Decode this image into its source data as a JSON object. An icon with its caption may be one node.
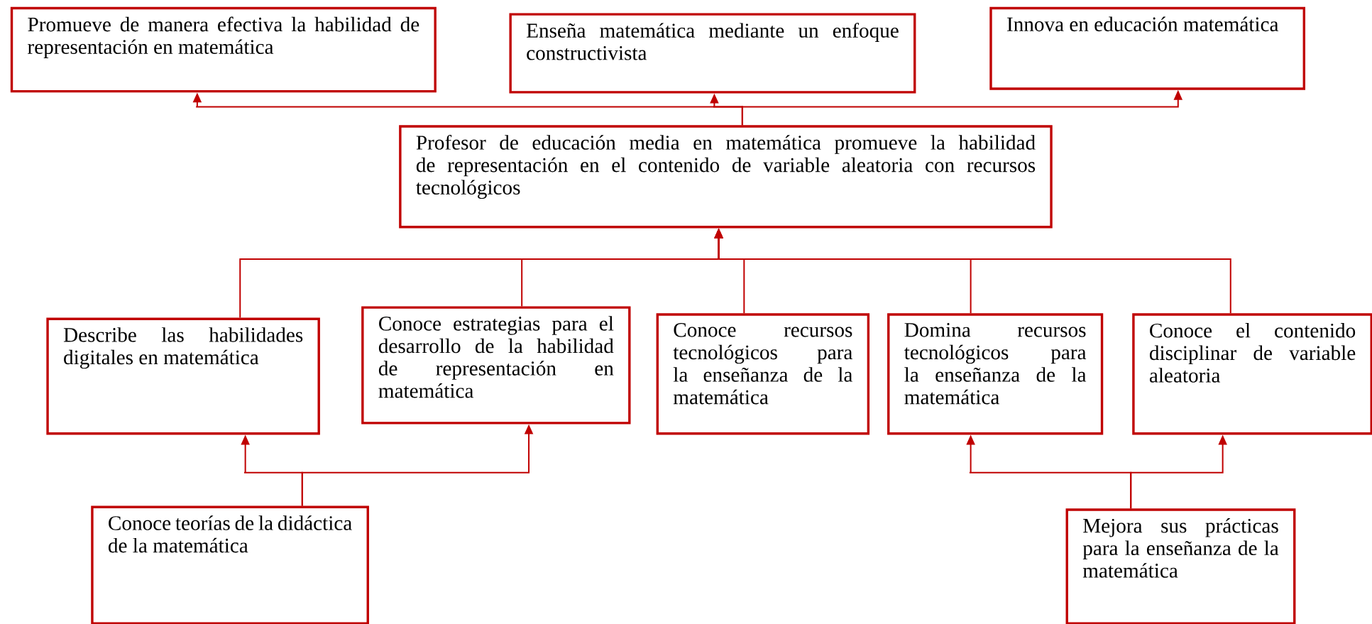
{
  "diagram": {
    "nodes": [
      {
        "text": [
          "Promueve de manera efectiva la habilidad de representación en matemática"
        ]
      },
      {
        "text": [
          "Enseña matemática mediante un enfoque constructivista"
        ]
      },
      {
        "text": [
          "Innova en educación matemática"
        ]
      },
      {
        "text": [
          "Profesor de educación media en matemática promueve la habilidad de representación en el contenido de variable aleatoria con recursos tecnológicos"
        ]
      },
      {
        "text": [
          "Describe las habilidades digitales en matemática"
        ]
      },
      {
        "text": [
          "Conoce estrategias para el desarrollo de la habilidad de representación en matemática"
        ]
      },
      {
        "text": [
          "Conoce recursos tecnológicos para la enseñanza de la matemática"
        ]
      },
      {
        "text": [
          "Domina recursos tecnológicos para la enseñanza de la matemática"
        ]
      },
      {
        "text": [
          "Conoce el contenido disciplinar de variable aleatoria"
        ]
      },
      {
        "text": [
          "Conoce teorías de la didáctica de la matemática"
        ]
      },
      {
        "text": [
          "Mejora sus prácticas para la enseñanza de la matemática"
        ]
      }
    ],
    "edges": [
      {
        "from": 3,
        "to": 0,
        "arrow": "to"
      },
      {
        "from": 3,
        "to": 1,
        "arrow": "to"
      },
      {
        "from": 3,
        "to": 2,
        "arrow": "to"
      },
      {
        "from": 4,
        "to": 3,
        "arrow": "to"
      },
      {
        "from": 5,
        "to": 3,
        "arrow": "to"
      },
      {
        "from": 6,
        "to": 3,
        "arrow": "to"
      },
      {
        "from": 7,
        "to": 3,
        "arrow": "to"
      },
      {
        "from": 8,
        "to": 3,
        "arrow": "to"
      },
      {
        "from": 9,
        "to": 4,
        "arrow": "to"
      },
      {
        "from": 9,
        "to": 5,
        "arrow": "to"
      },
      {
        "from": 10,
        "to": 7,
        "arrow": "to"
      },
      {
        "from": 10,
        "to": 8,
        "arrow": "to"
      }
    ]
  }
}
